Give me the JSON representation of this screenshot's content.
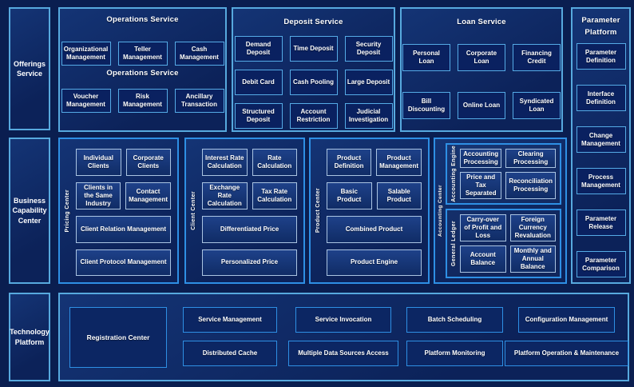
{
  "left_rail": {
    "offerings": "Offerings Service",
    "business": "Business Capability Center",
    "technology": "Technology Platform"
  },
  "operations": {
    "title": "Operations Service",
    "mid_label": "Operations Service",
    "row1": [
      "Organizational Management",
      "Teller Management",
      "Cash Management"
    ],
    "row2": [
      "Voucher Management",
      "Risk Management",
      "Ancillary Transaction"
    ]
  },
  "deposit": {
    "title": "Deposit Service",
    "row1": [
      "Demand Deposit",
      "Time Deposit",
      "Security Deposit"
    ],
    "row2": [
      "Debit Card",
      "Cash Pooling",
      "Large Deposit"
    ],
    "row3": [
      "Structured Deposit",
      "Account Restriction",
      "Judicial Investigation"
    ]
  },
  "loan": {
    "title": "Loan Service",
    "row1": [
      "Personal Loan",
      "Corporate Loan",
      "Financing Credit"
    ],
    "row2": [
      "Bill Discounting",
      "Online Loan",
      "Syndicated Loan"
    ]
  },
  "parameter": {
    "title": "Parameter Platform",
    "items": [
      "Parameter Definition",
      "Interface Definition",
      "Change Management",
      "Process Management",
      "Parameter Release",
      "Parameter Comparison"
    ]
  },
  "pricing": {
    "side_label": "Pricing Center",
    "r1": [
      "Individual Clients",
      "Corporate Clients"
    ],
    "r2": [
      "Clients in the Same Industry",
      "Contact Management"
    ],
    "wide1": "Client Relation Management",
    "wide2": "Client Protocol Management"
  },
  "client": {
    "side_label": "Client Center",
    "r1": [
      "Interest Rate Calculation",
      "Rate Calculation"
    ],
    "r2": [
      "Exchange Rate Calculation",
      "Tax Rate Calculation"
    ],
    "wide1": "Differentiated Price",
    "wide2": "Personalized Price"
  },
  "product": {
    "side_label": "Product Center",
    "r1": [
      "Product Definition",
      "Product Management"
    ],
    "r2": [
      "Basic Product",
      "Salable Product"
    ],
    "wide1": "Combined Product",
    "wide2": "Product Engine"
  },
  "accounting": {
    "side_label": "Accounting Center",
    "engine": {
      "side_label": "Accounting Engine",
      "r1": [
        "Accounting Processing",
        "Clearing Processing"
      ],
      "r2": [
        "Price and Tax Separated",
        "Reconciliation Processing"
      ]
    },
    "ledger": {
      "side_label": "General Ledger",
      "r1": [
        "Carry-over of Profit and Loss",
        "Foreign Currency Revaluation"
      ],
      "r2": [
        "Account Balance",
        "Monthly and Annual Balance"
      ]
    }
  },
  "technology": {
    "registration": "Registration Center",
    "col1": [
      "Service Management",
      "Distributed Cache"
    ],
    "col2": [
      "Service Invocation",
      "Multiple Data Sources Access"
    ],
    "col3": [
      "Batch Scheduling",
      "Platform Monitoring"
    ],
    "col4": [
      "Configuration Management",
      "Platform Operation & Maintenance"
    ]
  },
  "colors": {
    "page_background": "#0A1E50",
    "panel_fill": "#0E2A66",
    "panel_border_light": "#57A9DE",
    "panel_border_bright": "#2E8FE4",
    "inner_box_fill": "#0A2160",
    "inner_box_border": "#55ABE6",
    "light_box_border": "#AAC4E2",
    "text": "#FFFFFF"
  }
}
